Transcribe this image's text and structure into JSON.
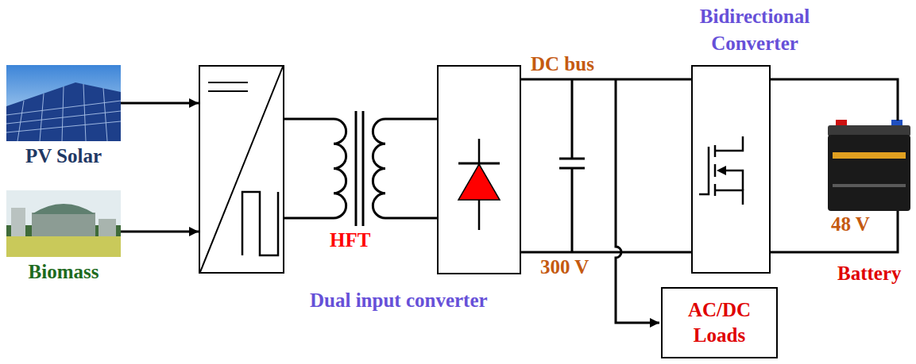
{
  "diagram": {
    "nodes": [
      {
        "text": [
          "PV Solar"
        ]
      },
      {
        "text": [
          "Biomass"
        ]
      },
      {
        "text": [
          "Dual input converter"
        ]
      },
      {
        "text": [
          "Bidirectional Converter"
        ]
      },
      {
        "text": [
          "Battery"
        ]
      },
      {
        "text": [
          "AC/DC Loads"
        ]
      }
    ],
    "edges": [
      {
        "from": 0,
        "to": 2,
        "arrow": "to"
      },
      {
        "from": 1,
        "to": 2,
        "arrow": "to"
      },
      {
        "from": 3,
        "to": 4,
        "arrow": "none"
      }
    ],
    "labels": [
      "HFT",
      "DC bus",
      "300 V",
      "48 V"
    ]
  }
}
